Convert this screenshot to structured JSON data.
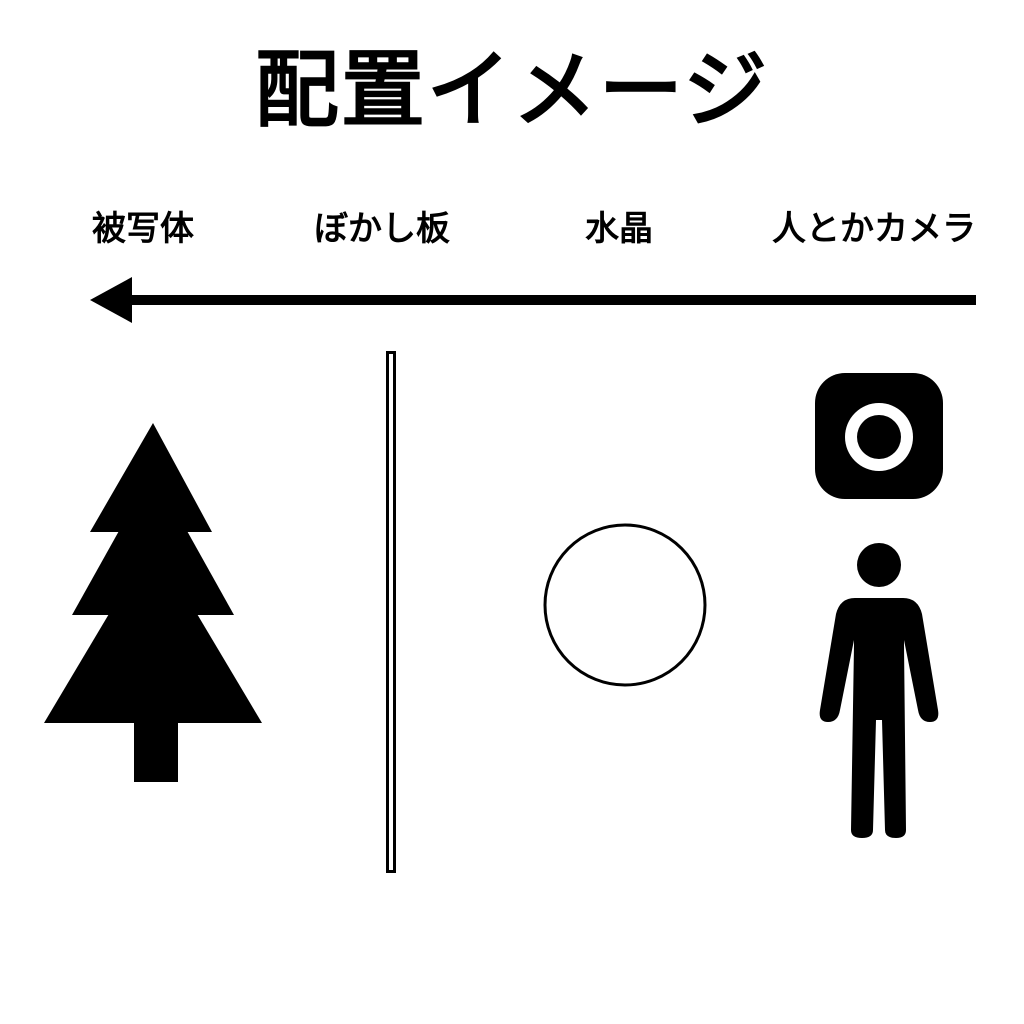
{
  "title": "配置イメージ",
  "labels": {
    "subject": "被写体",
    "blur_board": "ぼかし板",
    "crystal": "水晶",
    "person_camera": "人とかカメラ"
  },
  "icons": {
    "arrow": "left-arrow-icon",
    "subject": "tree-icon",
    "blur_board": "board-icon",
    "crystal": "crystal-ball-icon",
    "camera": "camera-icon",
    "person": "person-icon"
  },
  "colors": {
    "foreground": "#000000",
    "background": "#ffffff"
  }
}
